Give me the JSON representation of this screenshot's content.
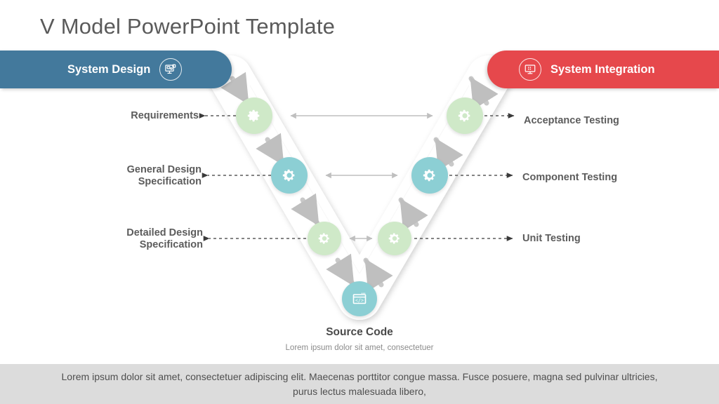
{
  "title": "V Model PowerPoint Template",
  "header": {
    "left": {
      "label": "System Design",
      "icon": "monitor-design-icon",
      "color": "#43799c"
    },
    "right": {
      "label": "System Integration",
      "icon": "monitor-grid-icon",
      "color": "#e6484c"
    }
  },
  "left_stages": [
    {
      "label": "Requirements",
      "node_color": "#cfe9c8",
      "icon": "gear-icon"
    },
    {
      "label": "General Design\nSpecification",
      "node_color": "#8ccfd4",
      "icon": "gear-icon"
    },
    {
      "label": "Detailed Design\nSpecification",
      "node_color": "#cfe9c8",
      "icon": "gear-icon"
    }
  ],
  "right_stages": [
    {
      "label": "Acceptance Testing",
      "node_color": "#cfe9c8",
      "icon": "gear-icon"
    },
    {
      "label": "Component Testing",
      "node_color": "#8ccfd4",
      "icon": "gear-icon"
    },
    {
      "label": "Unit Testing",
      "node_color": "#cfe9c8",
      "icon": "gear-icon"
    }
  ],
  "bottom": {
    "title": "Source Code",
    "subtitle": "Lorem ipsum dolor sit amet, consectetuer",
    "node_color": "#8ccfd4",
    "icon": "code-window-icon"
  },
  "footer": {
    "text": "Lorem ipsum dolor sit amet, consectetuer adipiscing elit. Maecenas porttitor congue massa. Fusce posuere, magna sed pulvinar ultricies, purus lectus malesuada libero,",
    "background": "#dcdcdc"
  },
  "colors": {
    "title_text": "#5a5a5a",
    "label_text": "#5c5c5c",
    "arrow_gray": "#c4c4c4",
    "connector_gray": "#bfbfbf",
    "dashed_dark": "#3a3a3a"
  }
}
